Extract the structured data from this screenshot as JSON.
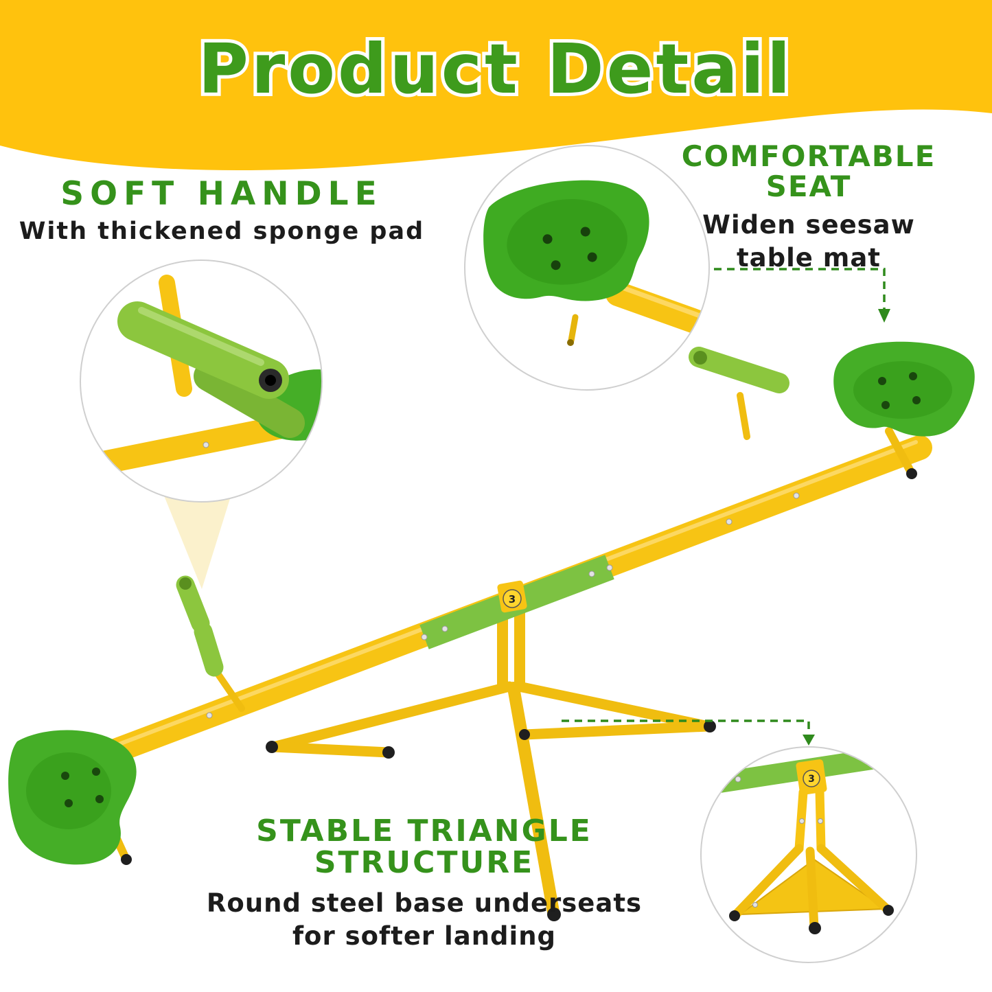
{
  "banner": {
    "title": "Product Detail"
  },
  "callouts": {
    "soft_handle": {
      "heading": "SOFT HANDLE",
      "body": "With thickened sponge pad"
    },
    "comfortable_seat": {
      "heading": "COMFORTABLE SEAT",
      "body_line1": "Widen seesaw",
      "body_line2": "table mat"
    },
    "stable_triangle": {
      "heading": "STABLE TRIANGLE STRUCTURE",
      "body_line1": "Round steel base underseats",
      "body_line2": "for softer landing"
    }
  },
  "product": {
    "pivot_badge": "3"
  },
  "colors": {
    "banner_yellow": "#FFC20D",
    "heading_green": "#35921B",
    "title_green": "#3E9B1C",
    "frame_yellow": "#F7C414",
    "frame_yellow_dark": "#E0A900",
    "seat_green": "#45AE27",
    "seat_green_dark": "#2F9414",
    "sponge_green": "#8CC63E",
    "beam_green": "#7DC242",
    "spotlight_cream": "#FBF0C6",
    "dashed_line_green": "#2F8A1C"
  }
}
